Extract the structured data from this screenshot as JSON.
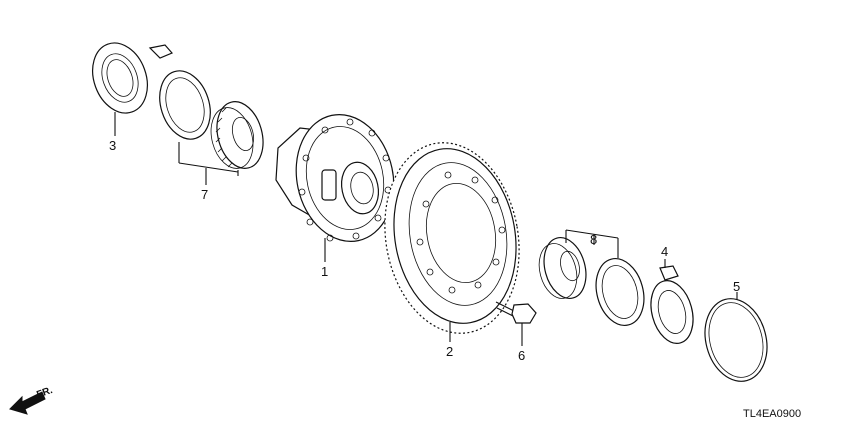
{
  "diagram": {
    "callouts": {
      "p1": "1",
      "p2": "2",
      "p3": "3",
      "p4": "4",
      "p5": "5",
      "p6": "6",
      "p7": "7",
      "p8": "8"
    },
    "direction_label": "FR.",
    "diagram_code": "TL4EA0900"
  }
}
